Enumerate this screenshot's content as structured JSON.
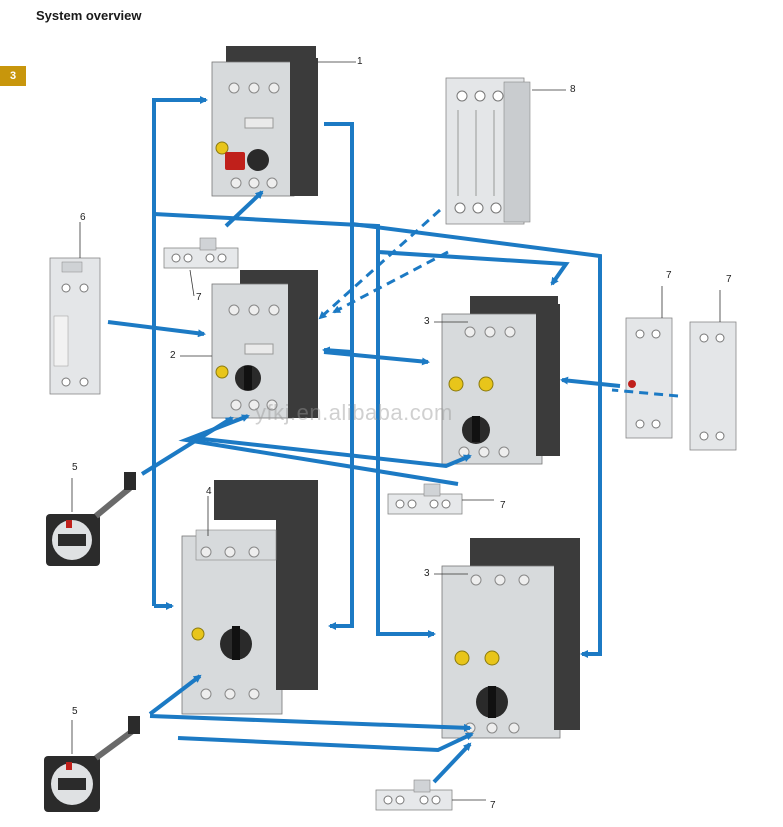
{
  "title": "System overview",
  "chapter": "3",
  "watermark": "yfkj.en.alibaba.com",
  "callouts": {
    "c1": "1",
    "c2": "2",
    "c3a": "3",
    "c3b": "3",
    "c4": "4",
    "c5a": "5",
    "c5b": "5",
    "c6": "6",
    "c7a": "7",
    "c7b": "7",
    "c7c": "7",
    "c7d": "7",
    "c7e": "7",
    "c8": "8"
  },
  "colors": {
    "arrow": "#1c7ac4",
    "device_body": "#d9dcde",
    "device_dark": "#3a3a3a",
    "knob_yellow": "#e8c51a",
    "switch_red": "#c0201b"
  }
}
